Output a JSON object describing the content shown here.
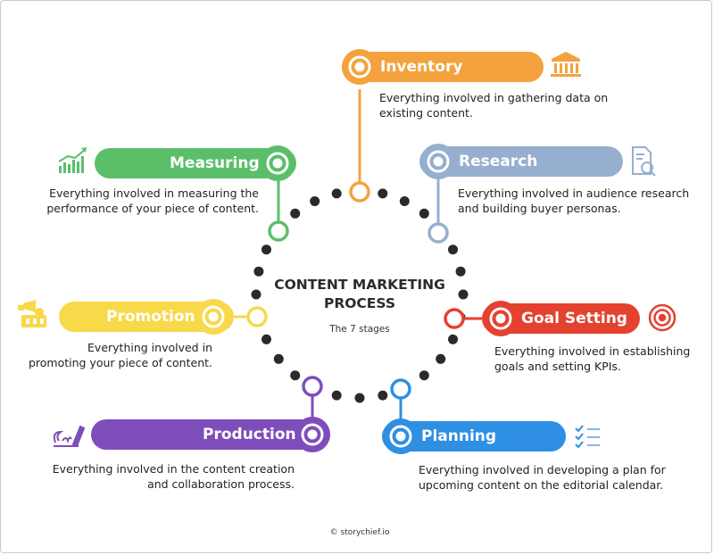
{
  "center": {
    "title_line1": "CONTENT MARKETING",
    "title_line2": "PROCESS",
    "subtitle": "The 7 stages"
  },
  "stages": {
    "inventory": {
      "label": "Inventory",
      "desc1": "Everything involved in gathering data on",
      "desc2": "existing content.",
      "color": "#F4A23D",
      "icon": "bank-icon"
    },
    "research": {
      "label": "Research",
      "desc1": "Everything involved in audience research",
      "desc2": "and building buyer personas.",
      "color": "#96AFCE",
      "icon": "document-search-icon"
    },
    "goal_setting": {
      "label": "Goal Setting",
      "desc1": "Everything involved in establishing",
      "desc2": "goals and setting KPIs.",
      "color": "#E5412F",
      "icon": "target-icon"
    },
    "planning": {
      "label": "Planning",
      "desc1": "Everything involved in developing a plan for",
      "desc2": "upcoming content on the editorial calendar.",
      "color": "#2E8FE3",
      "icon": "checklist-icon"
    },
    "production": {
      "label": "Production",
      "desc1": "Everything involved in the content creation",
      "desc2": "and collaboration process.",
      "color": "#7E4DBB",
      "icon": "pen-writing-icon"
    },
    "promotion": {
      "label": "Promotion",
      "desc1": "Everything involved in",
      "desc2": "promoting your piece of content.",
      "color": "#F7D94A",
      "icon": "megaphone-icon"
    },
    "measuring": {
      "label": "Measuring",
      "desc1": "Everything involved in measuring the",
      "desc2": "performance of your piece of content.",
      "color": "#5BBF6A",
      "icon": "bar-chart-icon"
    }
  },
  "footer": "© storychief.io"
}
